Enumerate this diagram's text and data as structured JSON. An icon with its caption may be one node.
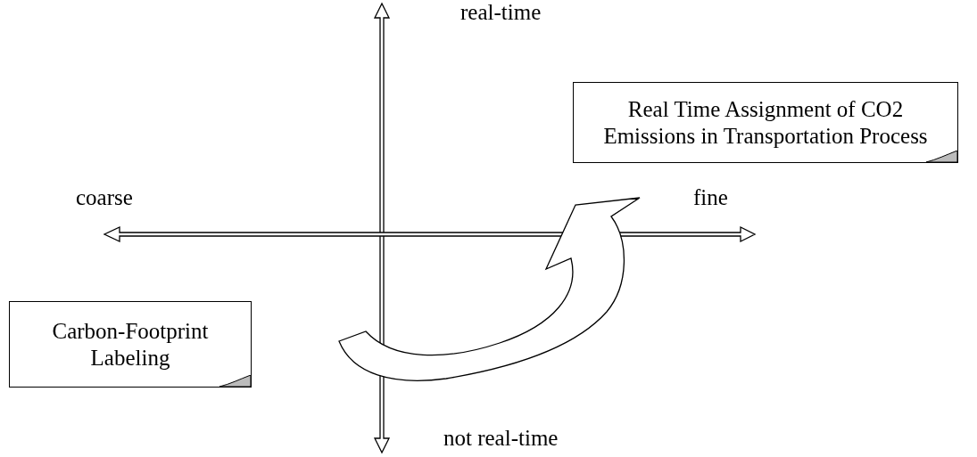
{
  "diagram": {
    "nodes": [
      {
        "text": [
          "Real Time Assignment of CO2 Emissions in Transportation Process"
        ]
      },
      {
        "text": [
          "Carbon-Footprint Labeling"
        ]
      }
    ],
    "edges": [],
    "labels": [
      "real-time",
      "coarse",
      "fine",
      "not real-time"
    ]
  }
}
